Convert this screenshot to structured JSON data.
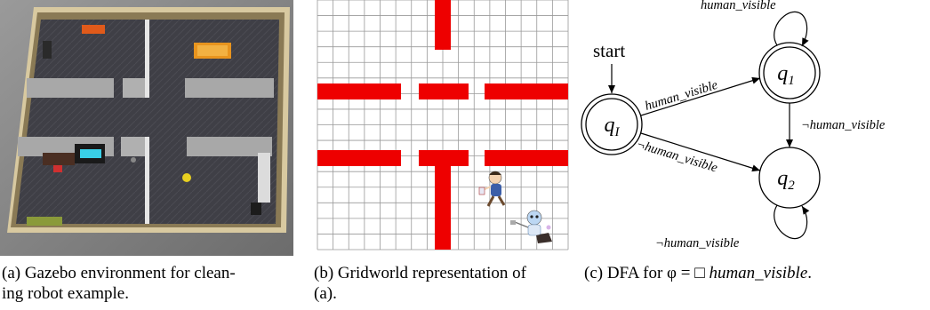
{
  "captions": {
    "a_line1": "(a) Gazebo environment for clean-",
    "a_line2": "ing robot example.",
    "b_line1": "(b) Gridworld representation of",
    "b_line2": "(a).",
    "c_prefix": "(c) DFA for φ = □ ",
    "c_formula": "human_visible",
    "c_suffix": "."
  },
  "gridworld": {
    "cols": 16,
    "rows": 16,
    "wall_color": "#ee0000",
    "grid_color": "#999999"
  },
  "dfa": {
    "start_label": "start",
    "states": {
      "q_init": "qI",
      "q1": "q1",
      "q2": "q2"
    },
    "edges": {
      "qI_to_q1": "human_visible",
      "qI_to_q2": "¬human_visible",
      "q1_to_q2": "¬human_visible",
      "q1_self": "human_visible",
      "q2_self": "¬human_visible"
    }
  }
}
